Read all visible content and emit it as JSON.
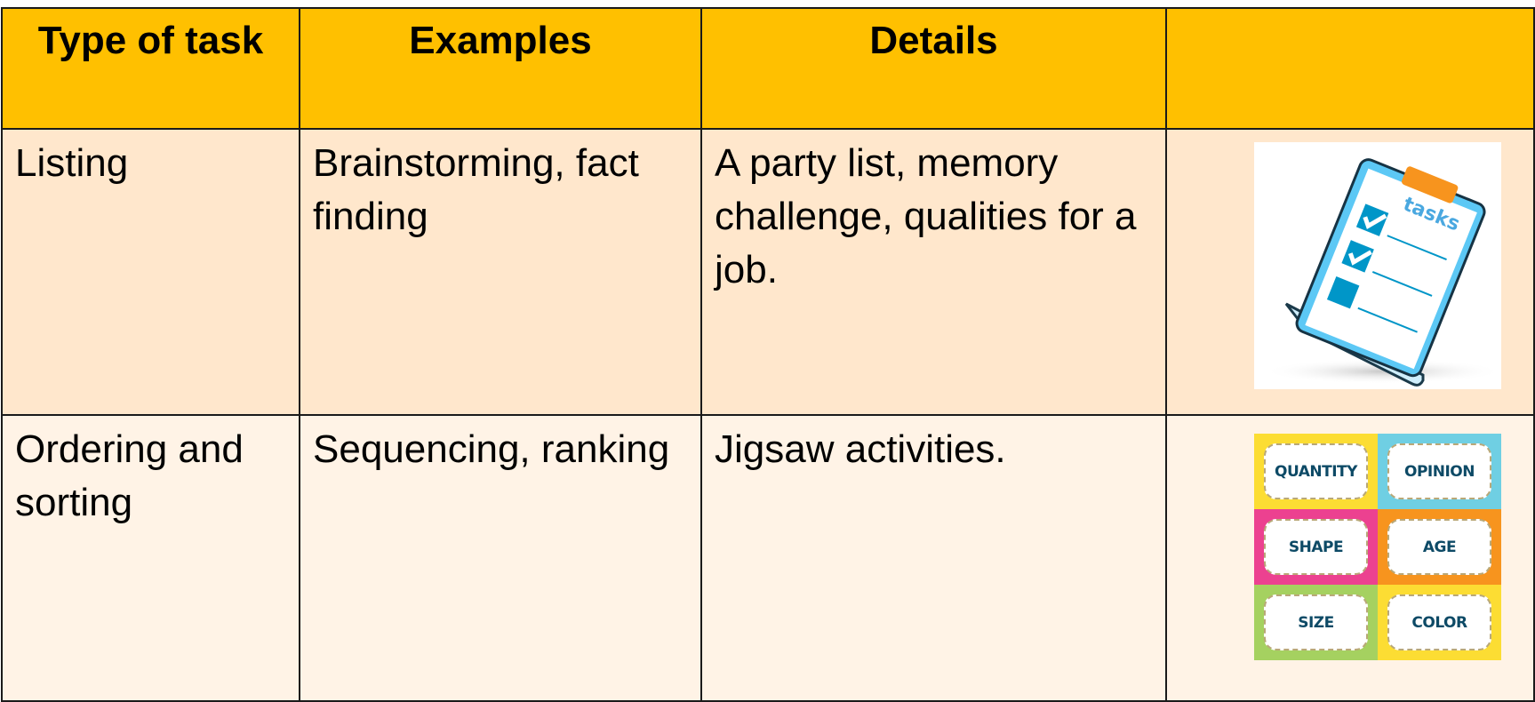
{
  "table": {
    "headers": [
      "Type of task",
      "Examples",
      "Details",
      ""
    ],
    "rows": [
      {
        "type": "Listing",
        "examples": "Brainstorming, fact finding",
        "details": "A party list, memory challenge, qualities for a job.",
        "image": {
          "icon": "clipboard-tasks-icon",
          "label": "tasks"
        }
      },
      {
        "type": "Ordering and sorting",
        "examples": "Sequencing, ranking",
        "details": "Jigsaw activities.",
        "image": {
          "icon": "word-cards-icon",
          "cards": [
            {
              "label": "QUANTITY",
              "color": "#FCDD33"
            },
            {
              "label": "OPINION",
              "color": "#6FCFE3"
            },
            {
              "label": "SHAPE",
              "color": "#EC4190"
            },
            {
              "label": "AGE",
              "color": "#F7941E"
            },
            {
              "label": "SIZE",
              "color": "#A5D160"
            },
            {
              "label": "COLOR",
              "color": "#FCDD33"
            }
          ]
        }
      }
    ]
  },
  "colors": {
    "header_bg": "#FFC000",
    "row1_bg": "#FFE7CC",
    "row2_bg": "#FFF3E6",
    "border": "#1a1a1a",
    "clipboard_blue": "#0096C8",
    "clipboard_tab": "#F7941E"
  }
}
